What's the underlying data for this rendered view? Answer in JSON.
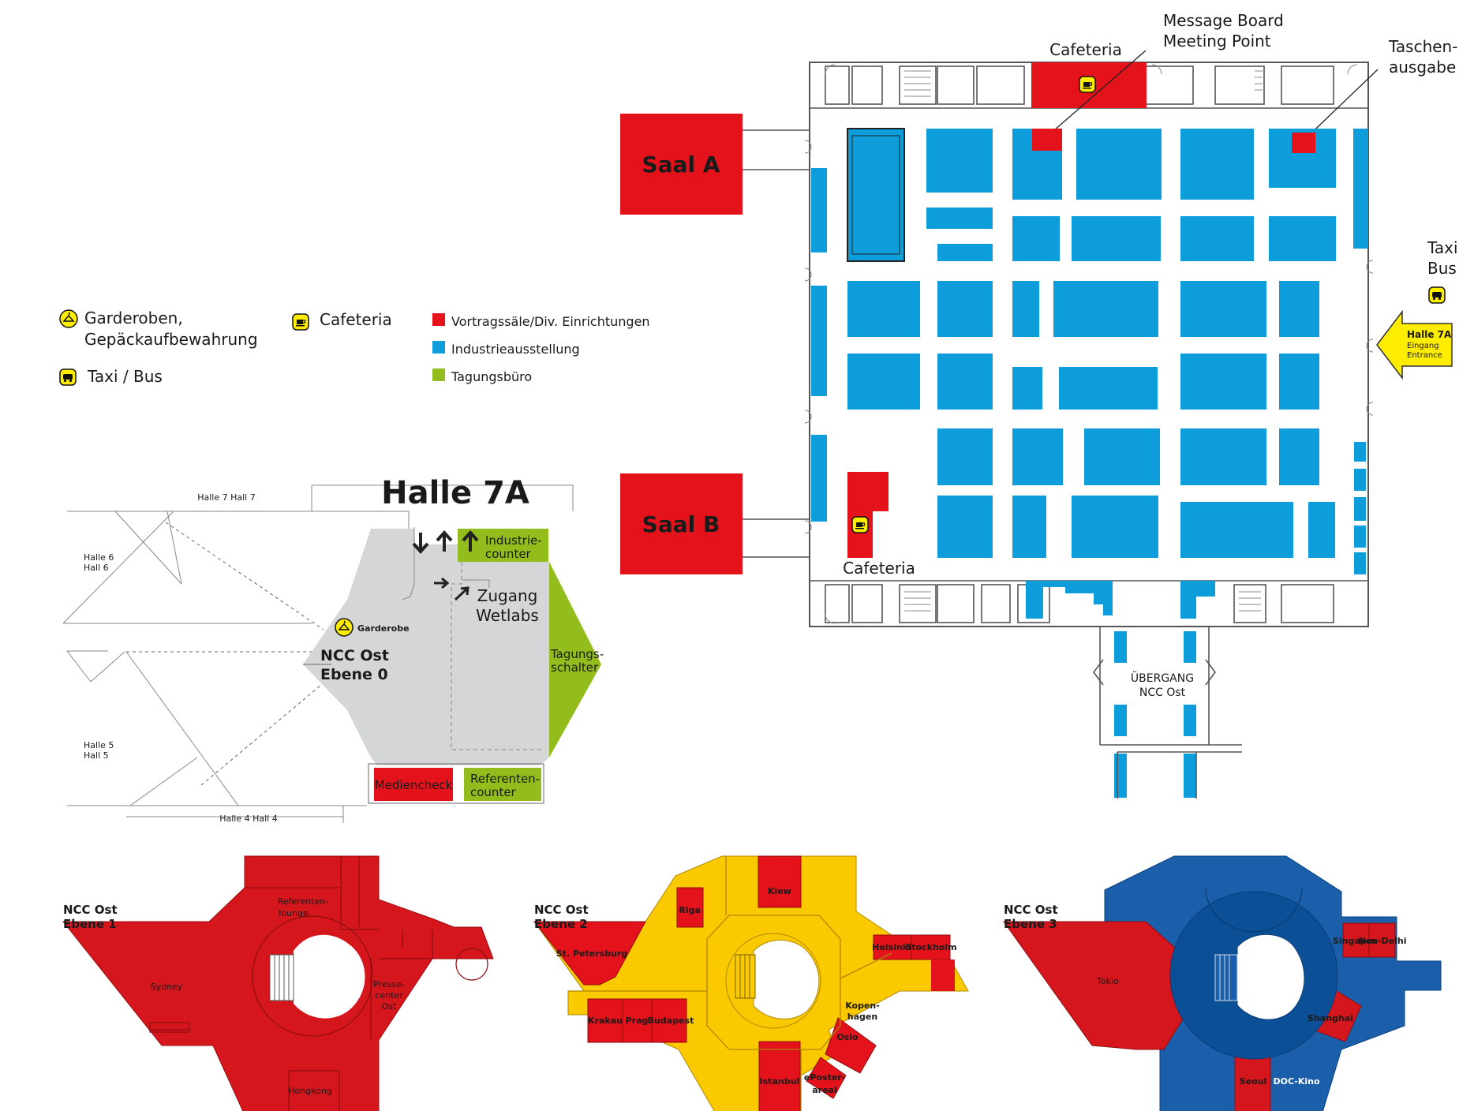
{
  "colors": {
    "red": "#e3121b",
    "blue": "#0d9ddb",
    "green": "#92bd1c",
    "yellow": "#ffed00",
    "gray": "#d4d6d7",
    "ncc3_blue": "#1b5faa",
    "ncc3_dark": "#0b4f96",
    "ncc2_yellow": "#fbc900"
  },
  "icons": {
    "cloakroom": "cloakroom-hanger-icon",
    "cafeteria": "coffee-cup-icon",
    "taxi": "taxi-bus-icon"
  },
  "legend": {
    "cloakroom": "Garderoben,",
    "cloakroom_line2": "Gepäckaufbewahrung",
    "cafeteria": "Cafeteria",
    "taxi": "Taxi / Bus",
    "lecture": "Vortragssäle/Div. Einrichtungen",
    "industry": "Industrieausstellung",
    "office": "Tagungsbüro"
  },
  "hall": {
    "saal_a": "Saal A",
    "saal_b": "Saal B",
    "cafeteria_top": "Cafeteria",
    "cafeteria_bottom": "Cafeteria",
    "message_board_1": "Message Board",
    "message_board_2": "Meeting Point",
    "taschen_1": "Taschen-",
    "taschen_2": "ausgabe",
    "taxi": "Taxi",
    "bus": "Bus",
    "entrance_1": "Halle 7A",
    "entrance_2": "Eingang",
    "entrance_3": "Entrance",
    "uebergang_1": "ÜBERGANG",
    "uebergang_2": "NCC Ost"
  },
  "ncc0": {
    "title": "Halle 7A",
    "hall7": "Halle 7  Hall 7",
    "hall6a": "Halle 6",
    "hall6b": "Hall 6",
    "hall5a": "Halle 5",
    "hall5b": "Hall 5",
    "hall4": "Halle 4  Hall 4",
    "industrie_1": "Industrie-",
    "industrie_2": "counter",
    "zugang_1": "Zugang",
    "zugang_2": "Wetlabs",
    "tagung_1": "Tagungs-",
    "tagung_2": "schalter",
    "garderobe": "Garderobe",
    "ncc_1": "NCC Ost",
    "ncc_2": "Ebene 0",
    "mediencheck": "Mediencheck",
    "referenten_1": "Referenten-",
    "referenten_2": "counter"
  },
  "ncc1": {
    "title_1": "NCC Ost",
    "title_2": "Ebene 1",
    "sydney": "Sydney",
    "referenten_1": "Referenten-",
    "referenten_2": "lounge",
    "presse_1": "Presse-",
    "presse_2": "center",
    "presse_3": "Ost",
    "hongkong": "Hongkong"
  },
  "ncc2": {
    "title_1": "NCC Ost",
    "title_2": "Ebene 2",
    "riga": "Riga",
    "kiew": "Kiew",
    "stpetersburg": "St. Petersburg",
    "helsinki": "Helsinki",
    "stockholm": "Stockholm",
    "krakau": "Krakau",
    "prag": "Prag",
    "budapest": "Budapest",
    "kopen_1": "Kopen-",
    "kopen_2": "hagen",
    "oslo": "Oslo",
    "istanbul": "Istanbul",
    "eposter_1": "ePoster-",
    "eposter_2": "areal"
  },
  "ncc3": {
    "title_1": "NCC Ost",
    "title_2": "Ebene 3",
    "tokio": "Tokio",
    "singapur": "Singapur",
    "neudelhi": "Neu-Delhi",
    "shanghai": "Shanghai",
    "seoul": "Seoul",
    "dockino": "DOC-Kino"
  }
}
